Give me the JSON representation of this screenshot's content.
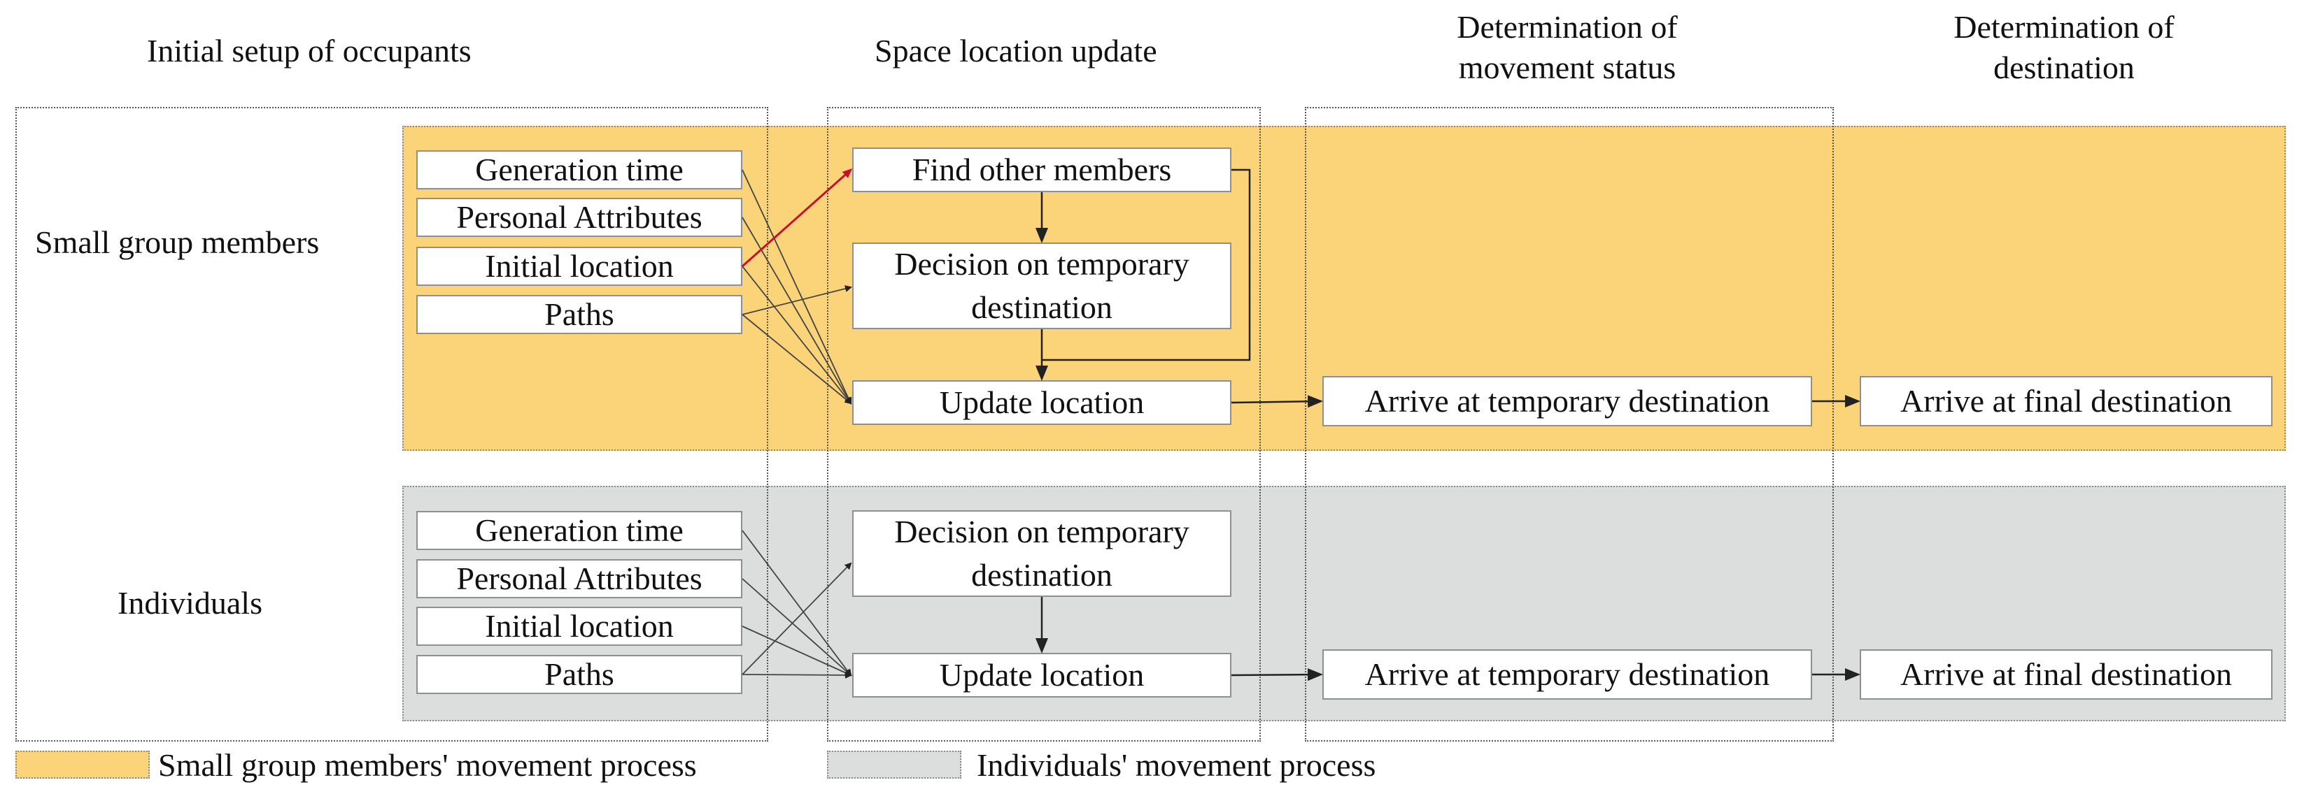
{
  "colors": {
    "group_lane": "#FBD378",
    "individual_lane": "#DCDDDD",
    "red_arrow": "#C8102E",
    "line": "#222222"
  },
  "headers": {
    "setup": "Initial setup of occupants",
    "space": "Space location update",
    "movement_line1": "Determination of",
    "movement_line2": "movement status",
    "destination_line1": "Determination of",
    "destination_line2": "destination"
  },
  "rows": {
    "group": "Small group members",
    "individual": "Individuals"
  },
  "group_lane": {
    "attributes": [
      "Generation time",
      "Personal Attributes",
      "Initial location",
      "Paths"
    ],
    "find_members": "Find other members",
    "decision_line1": "Decision on temporary",
    "decision_line2": "destination",
    "update": "Update  location",
    "arrive_temp": "Arrive at temporary destination",
    "arrive_final": "Arrive at final destination"
  },
  "individual_lane": {
    "attributes": [
      "Generation time",
      "Personal Attributes",
      "Initial location",
      "Paths"
    ],
    "decision_line1": "Decision on temporary",
    "decision_line2": "destination",
    "update": "Update  location",
    "arrive_temp": "Arrive at temporary destination",
    "arrive_final": "Arrive at final destination"
  },
  "legend": {
    "group": "Small group members' movement process",
    "individual": "Individuals' movement process"
  }
}
